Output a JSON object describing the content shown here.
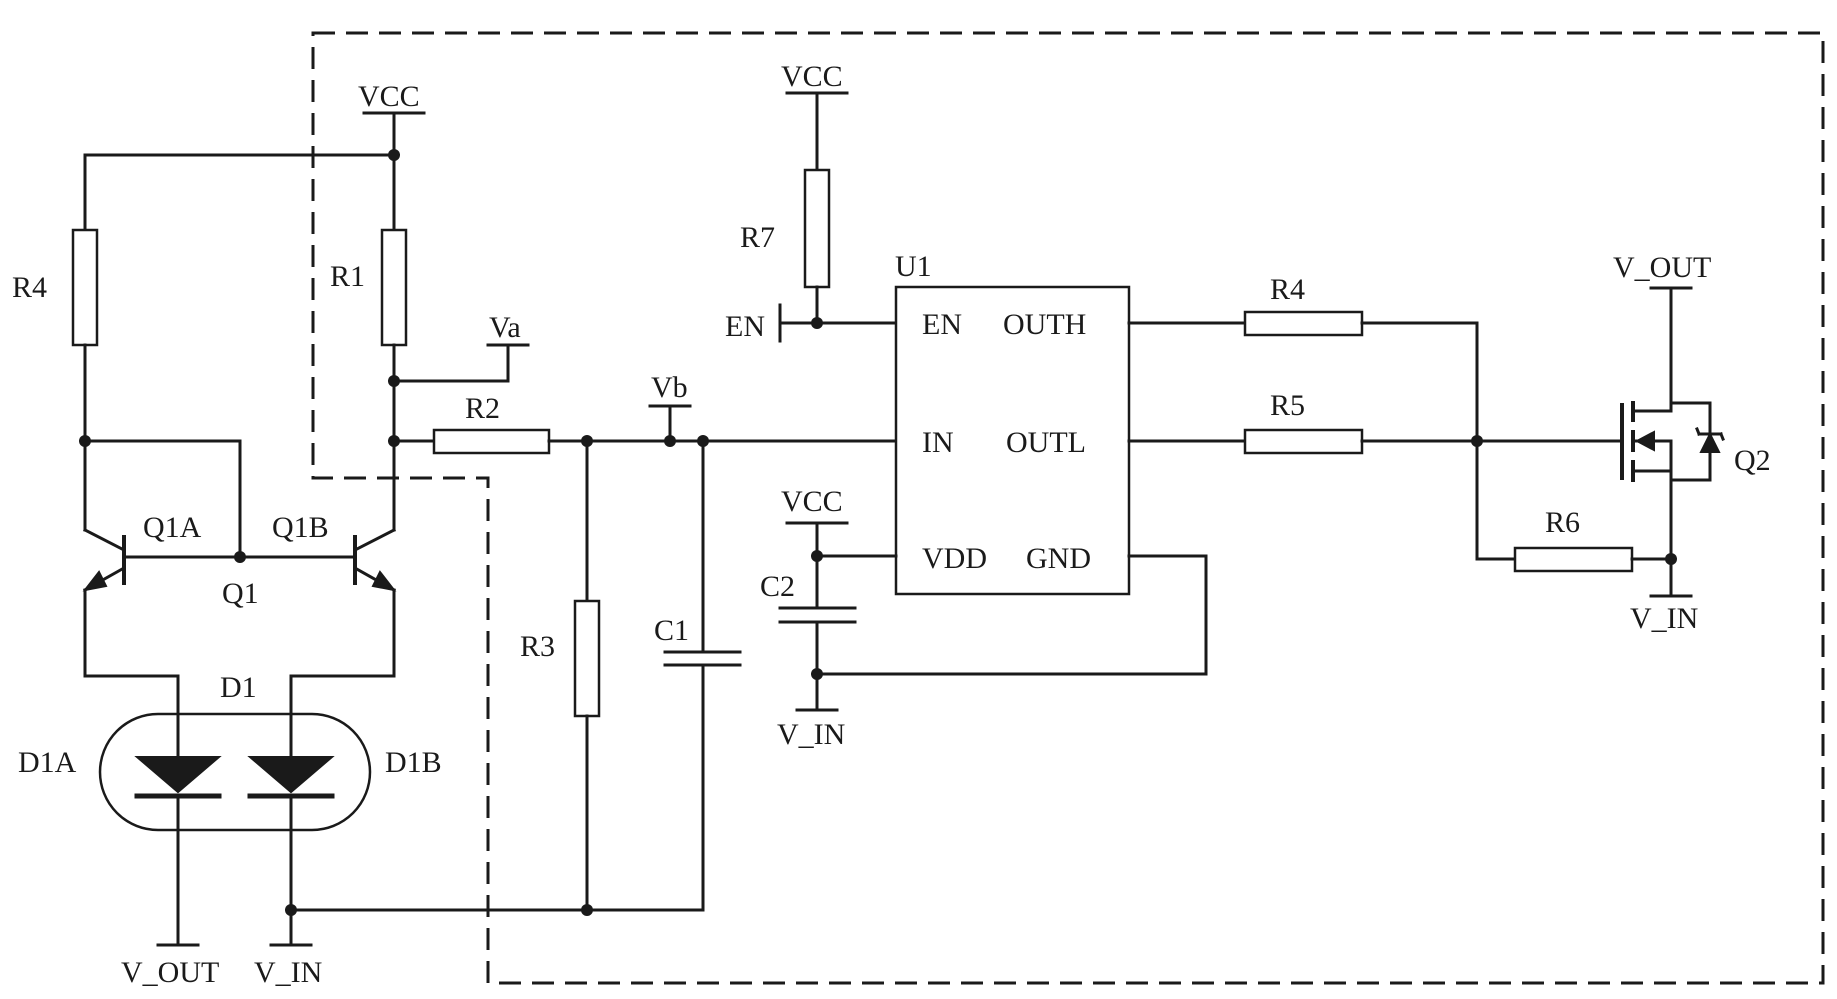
{
  "colors": {
    "ink": "#1a1a1a",
    "background": "#ffffff"
  },
  "labels": {
    "vcc_left": "VCC",
    "r4_left": "R4",
    "r1": "R1",
    "va": "Va",
    "r2": "R2",
    "vb": "Vb",
    "q1a": "Q1A",
    "q1b": "Q1B",
    "q1": "Q1",
    "d1": "D1",
    "d1a": "D1A",
    "d1b": "D1B",
    "v_out_bottom": "V_OUT",
    "v_in_bottom": "V_IN",
    "r3": "R3",
    "c1": "C1",
    "vcc_r7": "VCC",
    "r7": "R7",
    "en_net": "EN",
    "u1": "U1",
    "vcc_c2": "VCC",
    "c2": "C2",
    "v_in_c2": "V_IN",
    "r4_right": "R4",
    "r5": "R5",
    "r6": "R6",
    "v_out_q2": "V_OUT",
    "v_in_q2": "V_IN",
    "q2": "Q2"
  },
  "u1_pins": {
    "en": "EN",
    "outh": "OUTH",
    "in": "IN",
    "outl": "OUTL",
    "vdd": "VDD",
    "gnd": "GND"
  }
}
